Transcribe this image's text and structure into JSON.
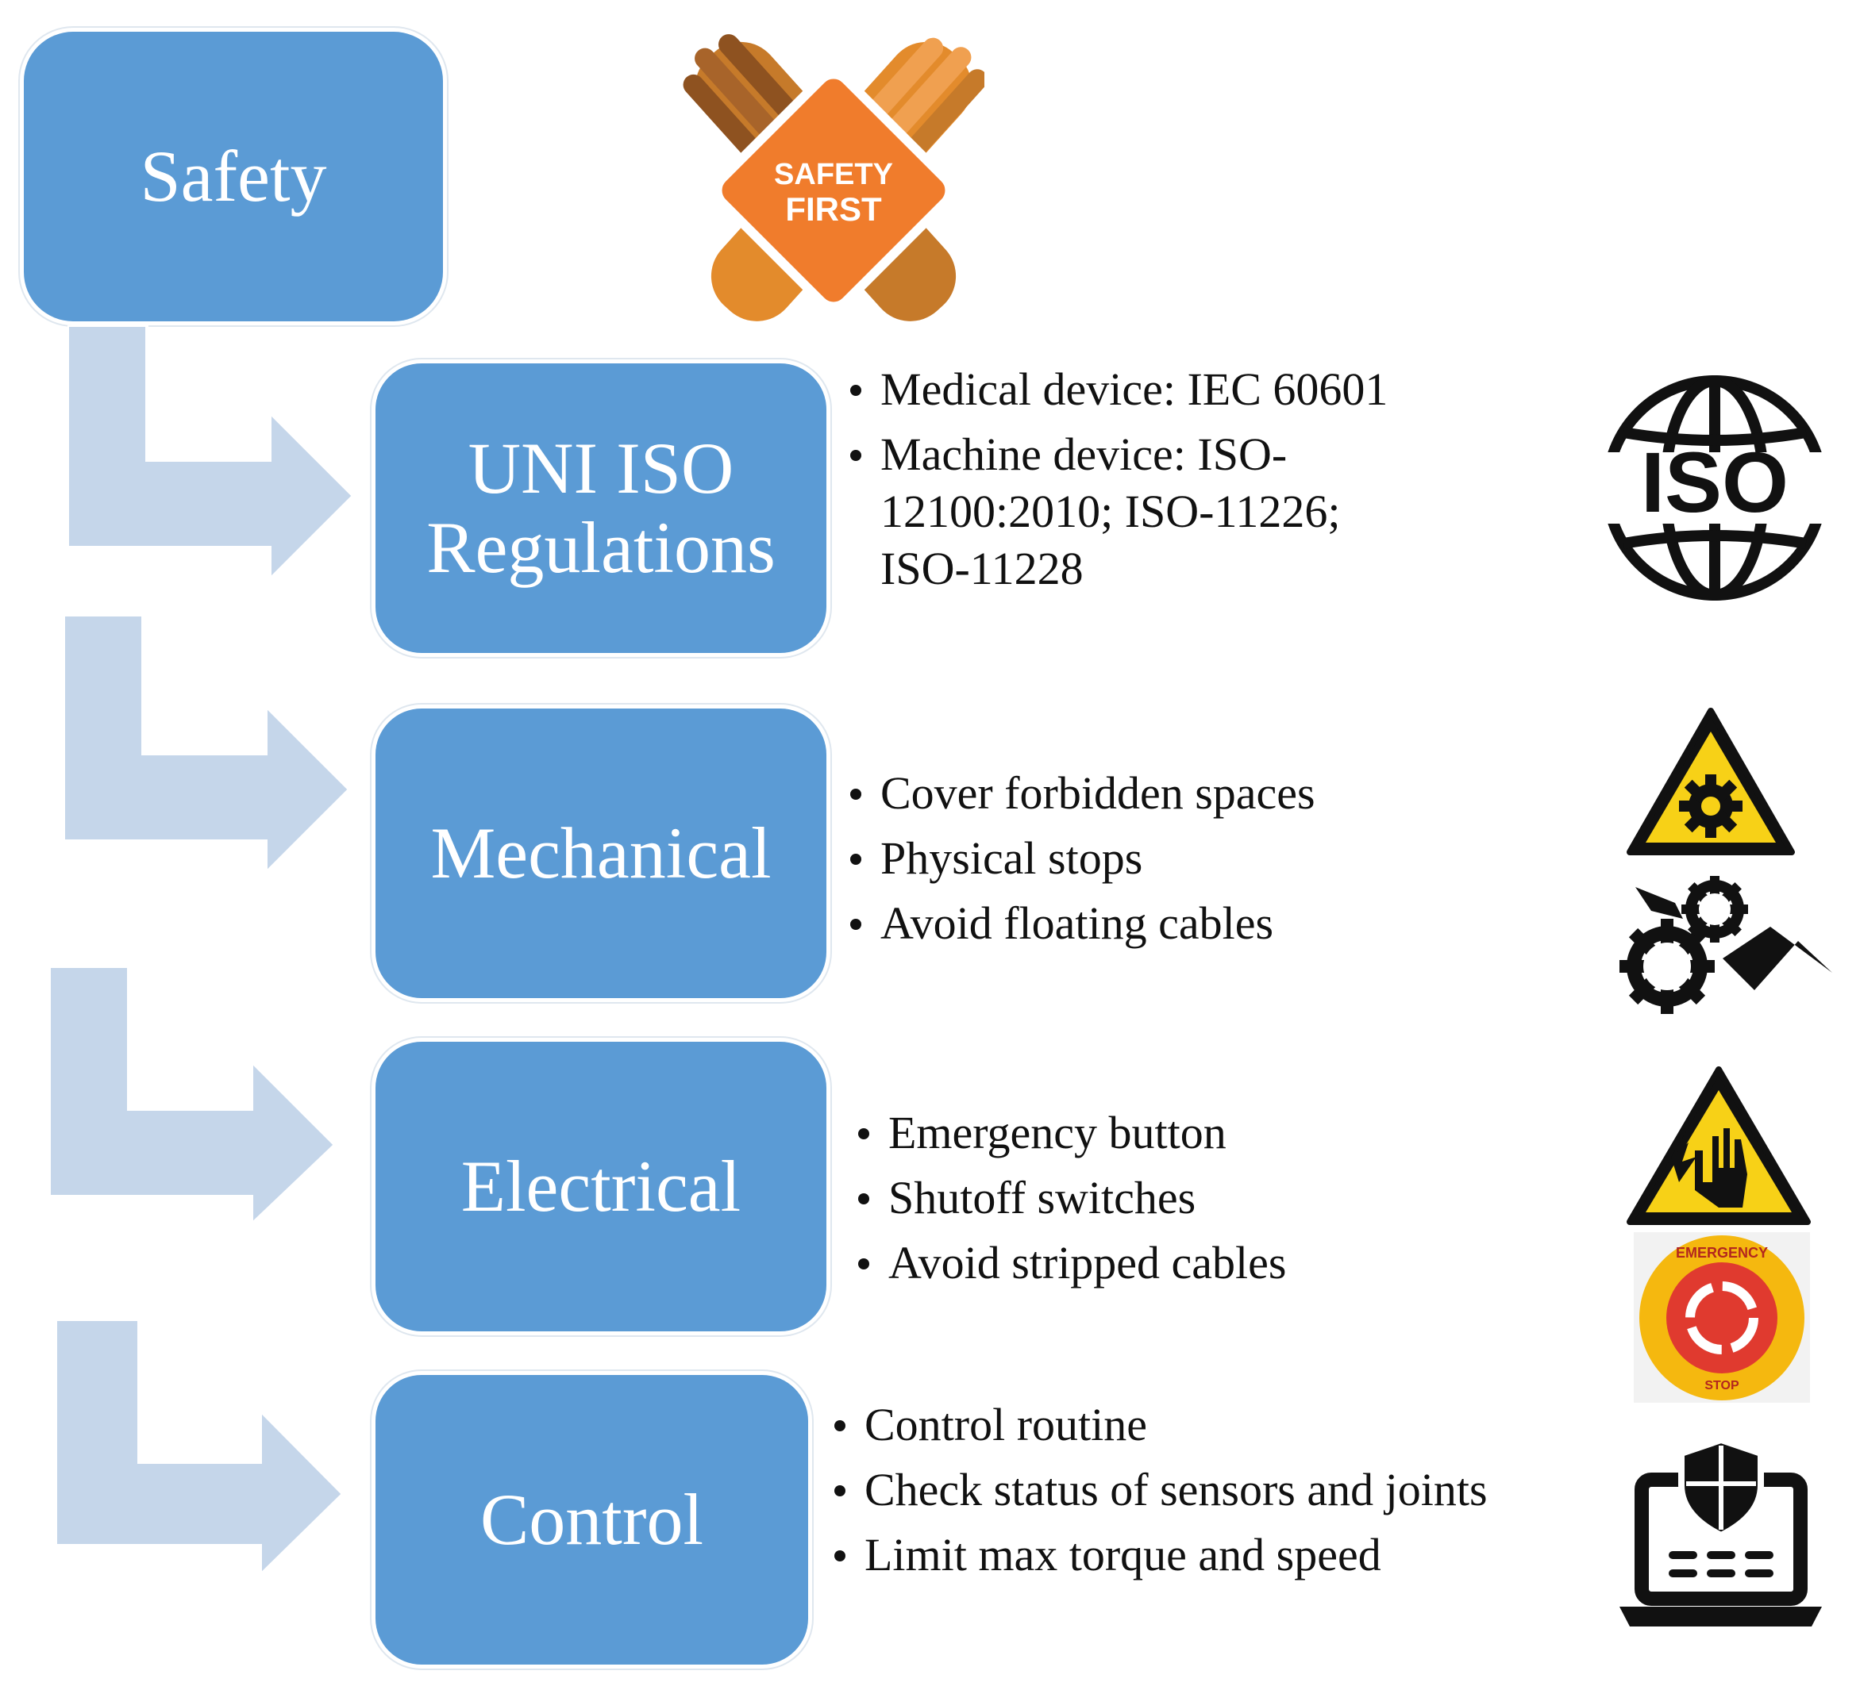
{
  "colors": {
    "box": "#5b9bd5",
    "arrow": "#c5d6ea",
    "box_text": "#ffffff",
    "bullet_text": "#111111"
  },
  "root": {
    "label": "Safety"
  },
  "safety_badge": {
    "icon": "safety-first-gloves-icon",
    "line1": "SAFETY",
    "line2": "FIRST"
  },
  "sections": [
    {
      "title_lines": [
        "UNI ISO",
        "Regulations"
      ],
      "bullets": [
        "Medical device: IEC 60601",
        "Machine device: ISO-12100:2010; ISO-11226; ISO-11228"
      ],
      "icons": [
        {
          "name": "iso-globe-icon",
          "text": "ISO"
        }
      ]
    },
    {
      "title_lines": [
        "Mechanical"
      ],
      "bullets": [
        "Cover forbidden spaces",
        "Physical stops",
        "Avoid floating cables"
      ],
      "icons": [
        {
          "name": "gear-warning-sign-icon"
        },
        {
          "name": "hand-crush-gears-icon"
        }
      ]
    },
    {
      "title_lines": [
        "Electrical"
      ],
      "bullets": [
        "Emergency button",
        "Shutoff switches",
        "Avoid stripped cables"
      ],
      "icons": [
        {
          "name": "electric-shock-warning-icon"
        },
        {
          "name": "emergency-stop-button-icon",
          "top": "EMERGENCY",
          "bottom": "STOP"
        }
      ]
    },
    {
      "title_lines": [
        "Control"
      ],
      "bullets": [
        "Control routine",
        "Check status of sensors and joints",
        "Limit max torque and speed"
      ],
      "icons": [
        {
          "name": "laptop-shield-icon"
        }
      ]
    }
  ]
}
